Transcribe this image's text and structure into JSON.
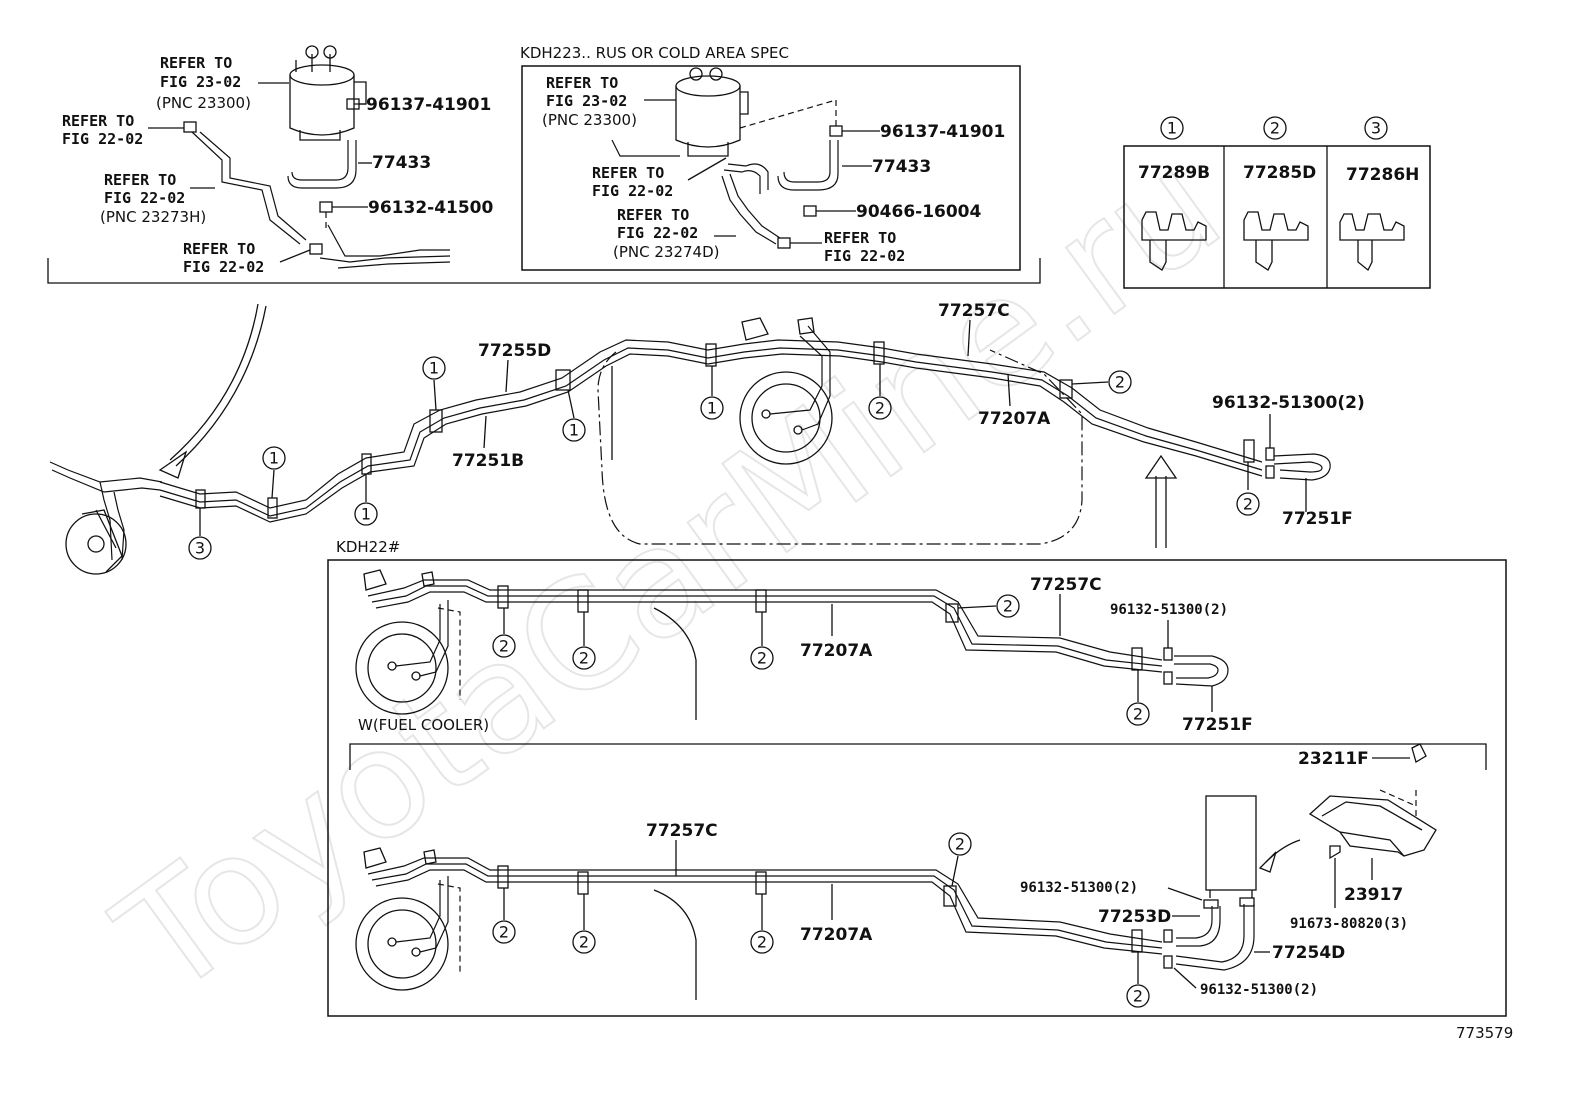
{
  "diagram_id": "773579",
  "watermark": "ToyotaCarMine.ru",
  "variants": {
    "kdh223": "KDH223.. RUS OR COLD AREA SPEC",
    "kdh22": "KDH22#",
    "fuel_cooler": "W(FUEL COOLER)"
  },
  "refs": {
    "r1_a": "REFER TO",
    "r1_b": "FIG 23-02",
    "r1_c": "(PNC 23300)",
    "r2_a": "REFER TO",
    "r2_b": "FIG 22-02",
    "r3_a": "REFER TO",
    "r3_b": "FIG 22-02",
    "r3_c": "(PNC 23273H)",
    "r4_a": "REFER TO",
    "r4_b": "FIG 22-02",
    "r5_a": "REFER TO",
    "r5_b": "FIG 23-02",
    "r5_c": "(PNC 23300)",
    "r6_a": "REFER TO",
    "r6_b": "FIG 22-02",
    "r7_a": "REFER TO",
    "r7_b": "FIG 22-02",
    "r7_c": "(PNC 23274D)",
    "r8_a": "REFER TO",
    "r8_b": "FIG 22-02"
  },
  "parts": {
    "p96137_41901": "96137-41901",
    "p77433": "77433",
    "p96132_41500": "96132-41500",
    "p90466_16004": "90466-16004",
    "p77289B": "77289B",
    "p77285D": "77285D",
    "p77286H": "77286H",
    "p77257C": "77257C",
    "p77255D": "77255D",
    "p77251B": "77251B",
    "p77207A": "77207A",
    "p96132_51300_2": "96132-51300(2)",
    "p77251F": "77251F",
    "p23211F": "23211F",
    "p23917": "23917",
    "p91673_80820_3": "91673-80820(3)",
    "p77253D": "77253D",
    "p77254D": "77254D"
  },
  "clamp_keys": {
    "k1": "1",
    "k2": "2",
    "k3": "3"
  }
}
